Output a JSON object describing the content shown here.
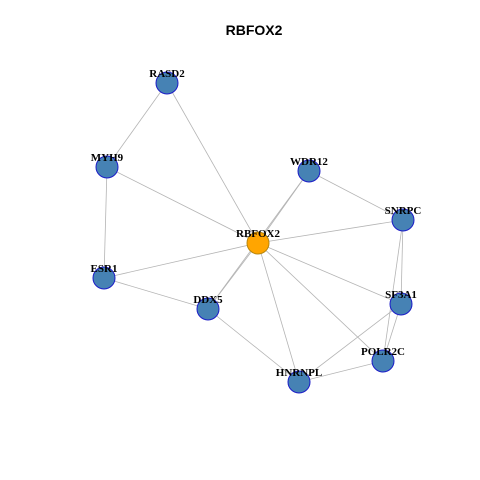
{
  "title": "RBFOX2",
  "colors": {
    "hub_fill": "#FFA500",
    "node_fill": "#4682B4",
    "node_stroke": "#1C1CC8",
    "edge": "#B4B4B4",
    "label": "#000000"
  },
  "nodes": [
    {
      "id": "RASD2",
      "label": "RASD2",
      "type": "neighbor"
    },
    {
      "id": "MYH9",
      "label": "MYH9",
      "type": "neighbor"
    },
    {
      "id": "WDR12",
      "label": "WDR12",
      "type": "neighbor"
    },
    {
      "id": "SNRPC",
      "label": "SNRPC",
      "type": "neighbor"
    },
    {
      "id": "RBFOX2",
      "label": "RBFOX2",
      "type": "hub"
    },
    {
      "id": "ESR1",
      "label": "ESR1",
      "type": "neighbor"
    },
    {
      "id": "DDX5",
      "label": "DDX5",
      "type": "neighbor"
    },
    {
      "id": "SF3A1",
      "label": "SF3A1",
      "type": "neighbor"
    },
    {
      "id": "POLR2C",
      "label": "POLR2C",
      "type": "neighbor"
    },
    {
      "id": "HNRNPL",
      "label": "HNRNPL",
      "type": "neighbor"
    }
  ],
  "edges": [
    [
      "RASD2",
      "MYH9"
    ],
    [
      "RASD2",
      "RBFOX2"
    ],
    [
      "MYH9",
      "RBFOX2"
    ],
    [
      "MYH9",
      "ESR1"
    ],
    [
      "ESR1",
      "RBFOX2"
    ],
    [
      "ESR1",
      "DDX5"
    ],
    [
      "WDR12",
      "RBFOX2"
    ],
    [
      "WDR12",
      "DDX5"
    ],
    [
      "WDR12",
      "SNRPC"
    ],
    [
      "SNRPC",
      "RBFOX2"
    ],
    [
      "SNRPC",
      "SF3A1"
    ],
    [
      "SNRPC",
      "POLR2C"
    ],
    [
      "RBFOX2",
      "DDX5"
    ],
    [
      "RBFOX2",
      "SF3A1"
    ],
    [
      "RBFOX2",
      "POLR2C"
    ],
    [
      "RBFOX2",
      "HNRNPL"
    ],
    [
      "DDX5",
      "HNRNPL"
    ],
    [
      "SF3A1",
      "POLR2C"
    ],
    [
      "SF3A1",
      "HNRNPL"
    ],
    [
      "POLR2C",
      "HNRNPL"
    ]
  ]
}
